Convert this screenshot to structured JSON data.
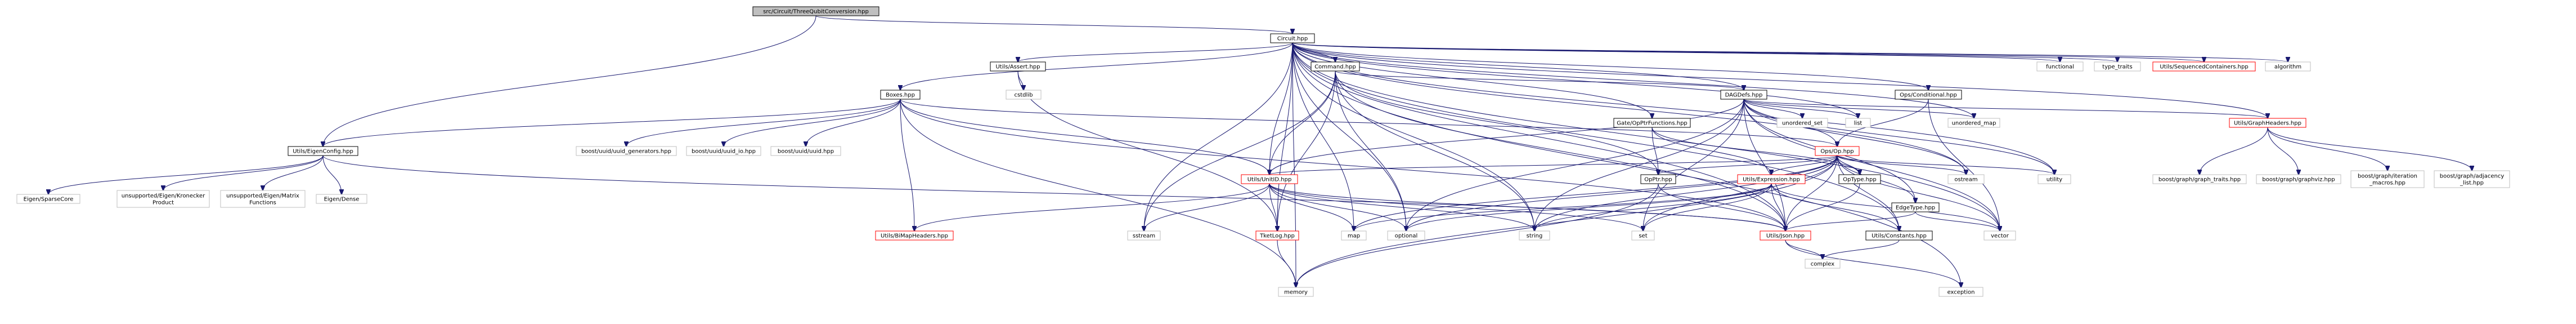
{
  "graph": {
    "title": "",
    "nodes": [
      {
        "id": "root",
        "label": [
          "src/Circuit/ThreeQubitConversion.hpp"
        ],
        "style": "root"
      },
      {
        "id": "circuit",
        "label": [
          "Circuit.hpp"
        ],
        "style": "normal"
      },
      {
        "id": "eigenconfig",
        "label": [
          "Utils/EigenConfig.hpp"
        ],
        "style": "normal"
      },
      {
        "id": "boxes",
        "label": [
          "Boxes.hpp"
        ],
        "style": "normal"
      },
      {
        "id": "assert",
        "label": [
          "Utils/Assert.hpp"
        ],
        "style": "normal"
      },
      {
        "id": "command",
        "label": [
          "Command.hpp"
        ],
        "style": "normal"
      },
      {
        "id": "dagdefs",
        "label": [
          "DAGDefs.hpp"
        ],
        "style": "normal"
      },
      {
        "id": "conditional",
        "label": [
          "Ops/Conditional.hpp"
        ],
        "style": "normal"
      },
      {
        "id": "functional",
        "label": [
          "functional"
        ],
        "style": "grey"
      },
      {
        "id": "type_traits",
        "label": [
          "type_traits"
        ],
        "style": "grey"
      },
      {
        "id": "seqcontainers",
        "label": [
          "Utils/SequencedContainers.hpp"
        ],
        "style": "red"
      },
      {
        "id": "algorithm",
        "label": [
          "algorithm"
        ],
        "style": "grey"
      },
      {
        "id": "graphheaders",
        "label": [
          "Utils/GraphHeaders.hpp"
        ],
        "style": "red"
      },
      {
        "id": "cstdlib",
        "label": [
          "cstdlib"
        ],
        "style": "grey"
      },
      {
        "id": "gateopptr",
        "label": [
          "Gate/OpPtrFunctions.hpp"
        ],
        "style": "normal"
      },
      {
        "id": "unordered_set",
        "label": [
          "unordered_set"
        ],
        "style": "grey"
      },
      {
        "id": "list",
        "label": [
          "list"
        ],
        "style": "grey"
      },
      {
        "id": "unordered_map",
        "label": [
          "unordered_map"
        ],
        "style": "grey"
      },
      {
        "id": "opsop",
        "label": [
          "Ops/Op.hpp"
        ],
        "style": "red"
      },
      {
        "id": "uuid_gen",
        "label": [
          "boost/uuid/uuid_generators.hpp"
        ],
        "style": "grey"
      },
      {
        "id": "uuid_io",
        "label": [
          "boost/uuid/uuid_io.hpp"
        ],
        "style": "grey"
      },
      {
        "id": "uuid",
        "label": [
          "boost/uuid/uuid.hpp"
        ],
        "style": "grey"
      },
      {
        "id": "sparsecore",
        "label": [
          "Eigen/SparseCore"
        ],
        "style": "grey"
      },
      {
        "id": "kronecker",
        "label": [
          "unsupported/Eigen/Kronecker",
          "Product"
        ],
        "style": "grey"
      },
      {
        "id": "matrixfn",
        "label": [
          "unsupported/Eigen/Matrix",
          "Functions"
        ],
        "style": "grey"
      },
      {
        "id": "eigendense",
        "label": [
          "Eigen/Dense"
        ],
        "style": "grey"
      },
      {
        "id": "unitid",
        "label": [
          "Utils/UnitID.hpp"
        ],
        "style": "red"
      },
      {
        "id": "opptr",
        "label": [
          "OpPtr.hpp"
        ],
        "style": "normal"
      },
      {
        "id": "expression",
        "label": [
          "Utils/Expression.hpp"
        ],
        "style": "red"
      },
      {
        "id": "optype",
        "label": [
          "OpType.hpp"
        ],
        "style": "normal"
      },
      {
        "id": "edgetype",
        "label": [
          "EdgeType.hpp"
        ],
        "style": "normal"
      },
      {
        "id": "ostream",
        "label": [
          "ostream"
        ],
        "style": "grey"
      },
      {
        "id": "utility",
        "label": [
          "utility"
        ],
        "style": "grey"
      },
      {
        "id": "graph_traits",
        "label": [
          "boost/graph/graph_traits.hpp"
        ],
        "style": "grey"
      },
      {
        "id": "graphviz",
        "label": [
          "boost/graph/graphviz.hpp"
        ],
        "style": "grey"
      },
      {
        "id": "iteration_macros",
        "label": [
          "boost/graph/iteration",
          "_macros.hpp"
        ],
        "style": "grey"
      },
      {
        "id": "adjacency_list",
        "label": [
          "boost/graph/adjacency",
          "_list.hpp"
        ],
        "style": "grey"
      },
      {
        "id": "bimap",
        "label": [
          "Utils/BiMapHeaders.hpp"
        ],
        "style": "red"
      },
      {
        "id": "tket_log",
        "label": [
          "TketLog.hpp"
        ],
        "style": "red"
      },
      {
        "id": "sstream",
        "label": [
          "sstream"
        ],
        "style": "grey"
      },
      {
        "id": "map",
        "label": [
          "map"
        ],
        "style": "grey"
      },
      {
        "id": "optional",
        "label": [
          "optional"
        ],
        "style": "grey"
      },
      {
        "id": "string",
        "label": [
          "string"
        ],
        "style": "grey"
      },
      {
        "id": "set",
        "label": [
          "set"
        ],
        "style": "grey"
      },
      {
        "id": "json",
        "label": [
          "Utils/Json.hpp"
        ],
        "style": "red"
      },
      {
        "id": "constants",
        "label": [
          "Utils/Constants.hpp"
        ],
        "style": "normal"
      },
      {
        "id": "vector",
        "label": [
          "vector"
        ],
        "style": "grey"
      },
      {
        "id": "memory",
        "label": [
          "memory"
        ],
        "style": "grey"
      },
      {
        "id": "exception",
        "label": [
          "exception"
        ],
        "style": "grey"
      },
      {
        "id": "complex",
        "label": [
          "complex"
        ],
        "style": "grey"
      }
    ],
    "edges": [
      [
        "root",
        "circuit"
      ],
      [
        "root",
        "eigenconfig"
      ],
      [
        "circuit",
        "boxes"
      ],
      [
        "circuit",
        "assert"
      ],
      [
        "circuit",
        "command"
      ],
      [
        "circuit",
        "dagdefs"
      ],
      [
        "circuit",
        "conditional"
      ],
      [
        "circuit",
        "functional"
      ],
      [
        "circuit",
        "type_traits"
      ],
      [
        "circuit",
        "seqcontainers"
      ],
      [
        "circuit",
        "algorithm"
      ],
      [
        "circuit",
        "graphheaders"
      ],
      [
        "circuit",
        "gateopptr"
      ],
      [
        "circuit",
        "unitid"
      ],
      [
        "circuit",
        "json"
      ],
      [
        "circuit",
        "constants"
      ],
      [
        "circuit",
        "list"
      ],
      [
        "circuit",
        "unordered_map"
      ],
      [
        "circuit",
        "utility"
      ],
      [
        "circuit",
        "ostream"
      ],
      [
        "circuit",
        "vector"
      ],
      [
        "circuit",
        "memory"
      ],
      [
        "circuit",
        "exception"
      ],
      [
        "circuit",
        "map"
      ],
      [
        "circuit",
        "optional"
      ],
      [
        "circuit",
        "sstream"
      ],
      [
        "circuit",
        "tket_log"
      ],
      [
        "circuit",
        "string"
      ],
      [
        "boxes",
        "eigenconfig"
      ],
      [
        "boxes",
        "opsop"
      ],
      [
        "boxes",
        "uuid_gen"
      ],
      [
        "boxes",
        "uuid_io"
      ],
      [
        "boxes",
        "uuid"
      ],
      [
        "boxes",
        "unitid"
      ],
      [
        "boxes",
        "json"
      ],
      [
        "boxes",
        "bimap"
      ],
      [
        "boxes",
        "memory"
      ],
      [
        "assert",
        "cstdlib"
      ],
      [
        "assert",
        "tket_log"
      ],
      [
        "command",
        "dagdefs"
      ],
      [
        "command",
        "opptr"
      ],
      [
        "command",
        "unitid"
      ],
      [
        "command",
        "json"
      ],
      [
        "command",
        "optional"
      ],
      [
        "command",
        "sstream"
      ],
      [
        "command",
        "string"
      ],
      [
        "command",
        "tket_log"
      ],
      [
        "dagdefs",
        "opsop"
      ],
      [
        "dagdefs",
        "edgetype"
      ],
      [
        "dagdefs",
        "graphheaders"
      ],
      [
        "dagdefs",
        "unordered_set"
      ],
      [
        "dagdefs",
        "list"
      ],
      [
        "dagdefs",
        "unordered_map"
      ],
      [
        "dagdefs",
        "set"
      ],
      [
        "dagdefs",
        "utility"
      ],
      [
        "dagdefs",
        "vector"
      ],
      [
        "dagdefs",
        "ostream"
      ],
      [
        "dagdefs",
        "json"
      ],
      [
        "dagdefs",
        "unitid"
      ],
      [
        "dagdefs",
        "string"
      ],
      [
        "dagdefs",
        "optional"
      ],
      [
        "conditional",
        "opsop"
      ],
      [
        "conditional",
        "vector"
      ],
      [
        "graphheaders",
        "graph_traits"
      ],
      [
        "graphheaders",
        "graphviz"
      ],
      [
        "graphheaders",
        "iteration_macros"
      ],
      [
        "graphheaders",
        "adjacency_list"
      ],
      [
        "gateopptr",
        "opptr"
      ],
      [
        "gateopptr",
        "optype"
      ],
      [
        "gateopptr",
        "expression"
      ],
      [
        "opsop",
        "opptr"
      ],
      [
        "opsop",
        "expression"
      ],
      [
        "opsop",
        "optype"
      ],
      [
        "opsop",
        "edgetype"
      ],
      [
        "opsop",
        "unitid"
      ],
      [
        "opsop",
        "json"
      ],
      [
        "opsop",
        "constants"
      ],
      [
        "opsop",
        "ostream"
      ],
      [
        "opsop",
        "utility"
      ],
      [
        "opsop",
        "vector"
      ],
      [
        "opsop",
        "memory"
      ],
      [
        "opsop",
        "map"
      ],
      [
        "opsop",
        "optional"
      ],
      [
        "opsop",
        "string"
      ],
      [
        "opsop",
        "set"
      ],
      [
        "eigenconfig",
        "sparsecore"
      ],
      [
        "eigenconfig",
        "kronecker"
      ],
      [
        "eigenconfig",
        "matrixfn"
      ],
      [
        "eigenconfig",
        "eigendense"
      ],
      [
        "eigenconfig",
        "json"
      ],
      [
        "unitid",
        "bimap"
      ],
      [
        "unitid",
        "json"
      ],
      [
        "unitid",
        "tket_log"
      ],
      [
        "unitid",
        "map"
      ],
      [
        "unitid",
        "optional"
      ],
      [
        "unitid",
        "sstream"
      ],
      [
        "unitid",
        "string"
      ],
      [
        "unitid",
        "set"
      ],
      [
        "opptr",
        "json"
      ],
      [
        "opptr",
        "memory"
      ],
      [
        "expression",
        "json"
      ],
      [
        "expression",
        "constants"
      ],
      [
        "expression",
        "optional"
      ],
      [
        "expression",
        "set"
      ],
      [
        "expression",
        "string"
      ],
      [
        "expression",
        "map"
      ],
      [
        "expression",
        "vector"
      ],
      [
        "optype",
        "json"
      ],
      [
        "edgetype",
        "json"
      ],
      [
        "edgetype",
        "vector"
      ],
      [
        "tket_log",
        "memory"
      ],
      [
        "json",
        "complex"
      ],
      [
        "json",
        "exception"
      ],
      [
        "constants",
        "complex"
      ]
    ]
  }
}
